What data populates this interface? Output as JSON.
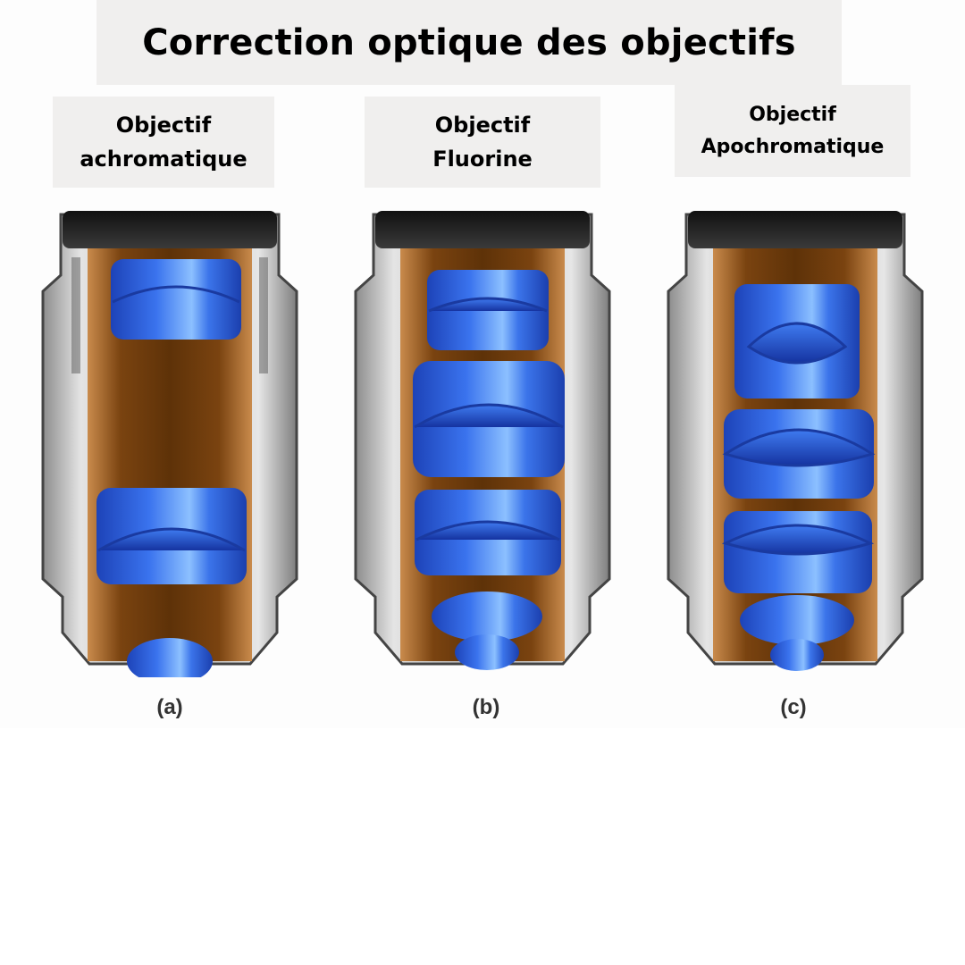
{
  "title": "Correction optique des objectifs",
  "objectives": [
    {
      "id": "a",
      "label_line1": "Objectif",
      "label_line2": "achromatique",
      "caption": "(a)",
      "lens_count": 3
    },
    {
      "id": "b",
      "label_line1": "Objectif",
      "label_line2": "Fluorine",
      "caption": "(b)",
      "lens_count": 5
    },
    {
      "id": "c",
      "label_line1": "Objectif",
      "label_line2": "Apochromatique",
      "caption": "(c)",
      "lens_count": 5
    }
  ],
  "colors": {
    "label_bg": "#f0efee",
    "lens_blue": "#2a5fe0",
    "lens_highlight": "#6fa8ff",
    "barrel_brown": "#8a5520",
    "housing_gray": "#c9c9c9",
    "cap_black": "#1a1a1a"
  }
}
